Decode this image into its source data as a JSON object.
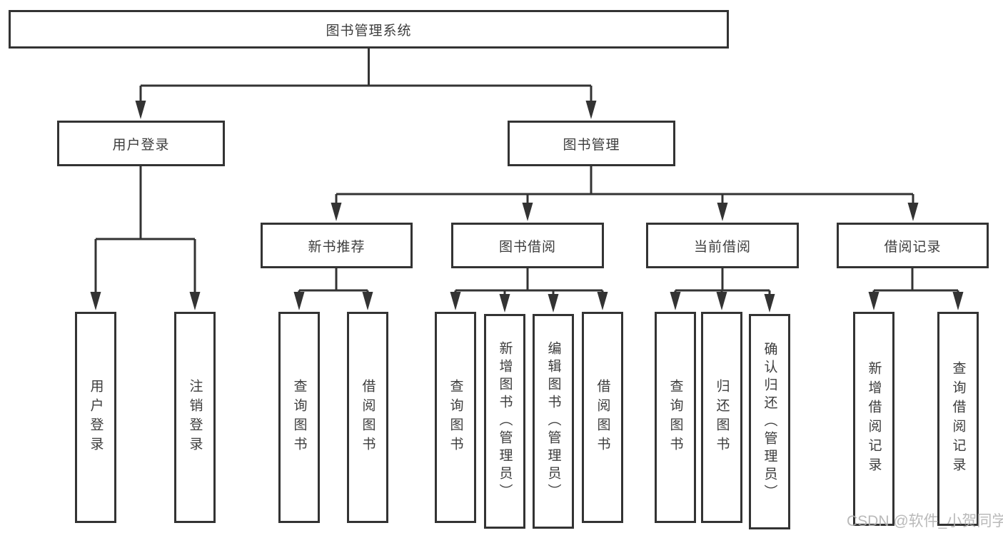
{
  "colors": {
    "line": "#333333",
    "text": "#3d3d3d",
    "background": "#ffffff",
    "watermark": "#b0b0b0"
  },
  "watermark": "CSDN @软件_小贺同学",
  "tree": {
    "root": "图书管理系统",
    "branches": [
      {
        "label": "用户登录",
        "children": [
          "用户登录",
          "注销登录"
        ]
      },
      {
        "label": "图书管理",
        "sections": [
          {
            "label": "新书推荐",
            "children": [
              "查询图书",
              "借阅图书"
            ]
          },
          {
            "label": "图书借阅",
            "children": [
              "查询图书",
              "新增图书（管理员）",
              "编辑图书（管理员）",
              "借阅图书"
            ]
          },
          {
            "label": "当前借阅",
            "children": [
              "查询图书",
              "归还图书",
              "确认归还（管理员）"
            ]
          },
          {
            "label": "借阅记录",
            "children": [
              "新增借阅记录",
              "查询借阅记录"
            ]
          }
        ]
      }
    ]
  }
}
